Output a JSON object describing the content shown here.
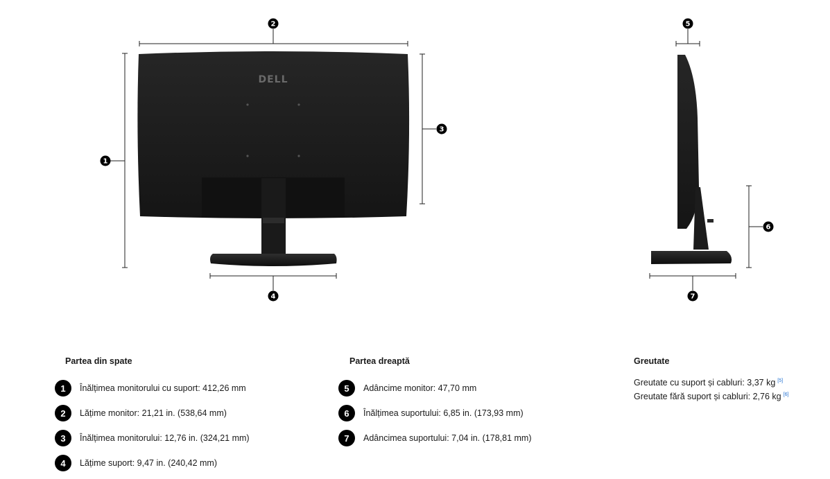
{
  "diagram": {
    "logo_text": "DELL",
    "markers": [
      "1",
      "2",
      "3",
      "4",
      "5",
      "6",
      "7"
    ]
  },
  "sections": {
    "back": {
      "title": "Partea din spate",
      "items": [
        {
          "num": "1",
          "text": "Înălțimea monitorului cu suport: 412,26 mm"
        },
        {
          "num": "2",
          "text": "Lățime monitor: 21,21 in. (538,64 mm)"
        },
        {
          "num": "3",
          "text": "Înălțimea monitorului: 12,76 in. (324,21 mm)"
        },
        {
          "num": "4",
          "text": "Lățime suport: 9,47 in. (240,42 mm)"
        }
      ]
    },
    "right": {
      "title": "Partea dreaptă",
      "items": [
        {
          "num": "5",
          "text": "Adâncime monitor: 47,70 mm"
        },
        {
          "num": "6",
          "text": "Înălțimea suportului: 6,85 in. (173,93 mm)"
        },
        {
          "num": "7",
          "text": "Adâncimea suportului: 7,04 in. (178,81 mm)"
        }
      ]
    },
    "weight": {
      "title": "Greutate",
      "lines": [
        {
          "text": "Greutate cu suport și cabluri: 3,37 kg",
          "ref": "[5]"
        },
        {
          "text": "Greutate fără suport și cabluri: 2,76 kg",
          "ref": "[6]"
        }
      ]
    }
  },
  "colors": {
    "accent": "#000000",
    "monitor": "#1c1c1c",
    "link": "#1f6fd1"
  }
}
